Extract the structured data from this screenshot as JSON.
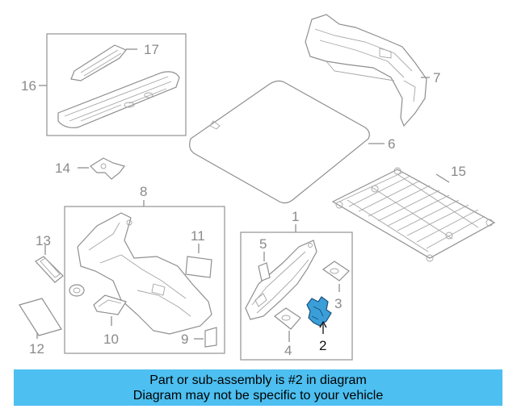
{
  "diagram": {
    "callouts": {
      "c1": "1",
      "c2": "2",
      "c3": "3",
      "c4": "4",
      "c5": "5",
      "c6": "6",
      "c7": "7",
      "c8": "8",
      "c9": "9",
      "c10": "10",
      "c11": "11",
      "c12": "12",
      "c13": "13",
      "c14": "14",
      "c15": "15",
      "c16": "16",
      "c17": "17"
    },
    "highlighted_part": "2",
    "highlight_color": "#3a9fd8"
  },
  "banner": {
    "line1": "Part or sub-assembly is #2 in diagram",
    "line2": "Diagram may not be specific to your vehicle",
    "background": "#4dbff0"
  }
}
